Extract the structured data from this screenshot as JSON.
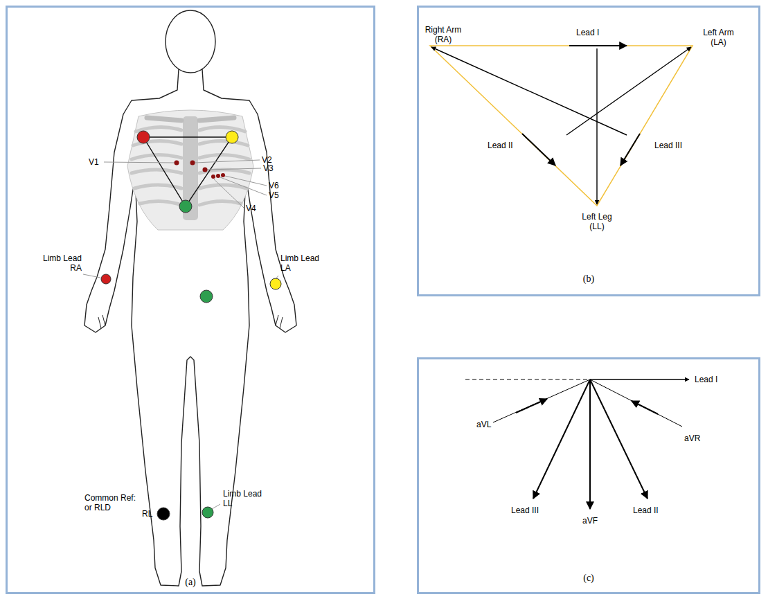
{
  "diagram": {
    "nodes": [
      {
        "text": [
          "(a)"
        ]
      },
      {
        "text": [
          "(b)"
        ]
      },
      {
        "text": [
          "(c)"
        ]
      }
    ],
    "labels": [
      "V1",
      "V2",
      "V3",
      "V6",
      "V5",
      "V4",
      "Limb Lead RA",
      "Limb Lead LA",
      "Common Ref: or RLD",
      "RL",
      "Limb Lead LL",
      "Right Arm (RA)",
      "Lead I",
      "Left Arm (LA)",
      "Lead II",
      "Lead III",
      "Left Leg (LL)",
      "Lead I",
      "aVL",
      "Lead III",
      "aVF",
      "Lead II",
      "aVR"
    ]
  }
}
